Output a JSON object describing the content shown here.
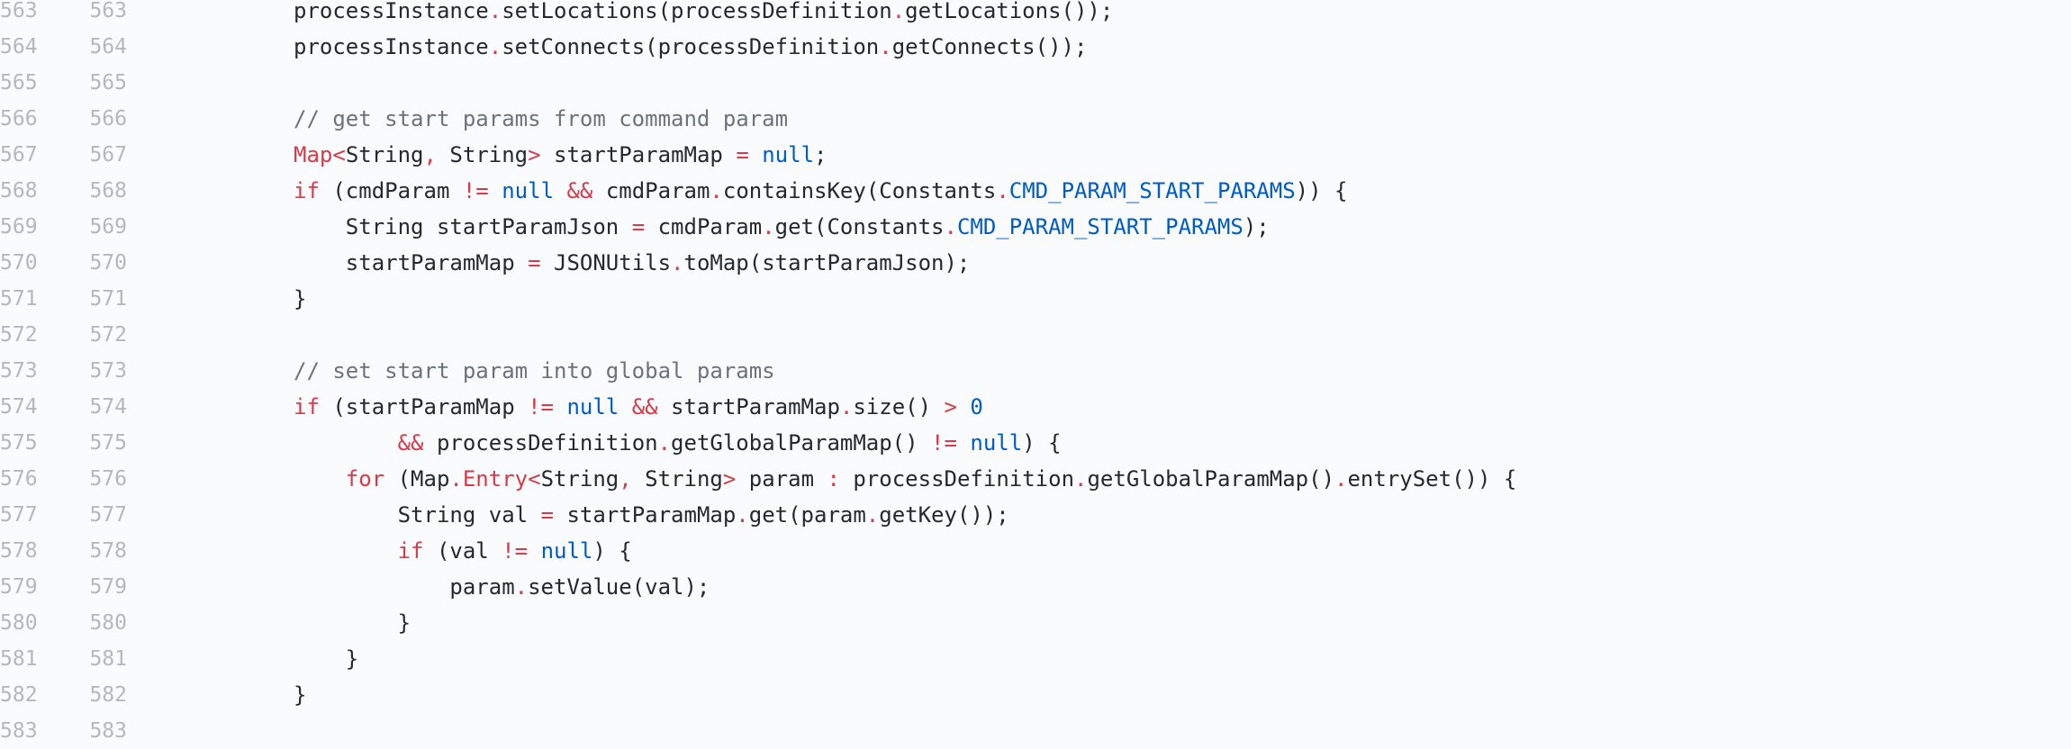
{
  "colors": {
    "background": "#fafbfc",
    "line_number": "#b4b8bd",
    "text": "#24292e",
    "keyword": "#d73a49",
    "constant": "#005cc5",
    "comment": "#6a737d"
  },
  "diff": {
    "lines": [
      {
        "old": "563",
        "new": "563",
        "tokens": [
          [
            "processInstance",
            "p"
          ],
          [
            ".",
            "o"
          ],
          [
            "setLocations",
            "p"
          ],
          [
            "(processDefinition",
            "p"
          ],
          [
            ".",
            "o"
          ],
          [
            "getLocations());",
            "p"
          ]
        ]
      },
      {
        "old": "564",
        "new": "564",
        "tokens": [
          [
            "processInstance",
            "p"
          ],
          [
            ".",
            "o"
          ],
          [
            "setConnects(processDefinition",
            "p"
          ],
          [
            ".",
            "o"
          ],
          [
            "getConnects());",
            "p"
          ]
        ]
      },
      {
        "old": "565",
        "new": "565",
        "tokens": []
      },
      {
        "old": "566",
        "new": "566",
        "tokens": [
          [
            "// get start params from command param",
            "c"
          ]
        ]
      },
      {
        "old": "567",
        "new": "567",
        "tokens": [
          [
            "Map",
            "k"
          ],
          [
            "<",
            "o"
          ],
          [
            "String",
            "p"
          ],
          [
            ",",
            "o"
          ],
          [
            " String",
            "p"
          ],
          [
            ">",
            "o"
          ],
          [
            " startParamMap ",
            "p"
          ],
          [
            "=",
            "o"
          ],
          [
            " ",
            "p"
          ],
          [
            "null",
            "n"
          ],
          [
            ";",
            "p"
          ]
        ]
      },
      {
        "old": "568",
        "new": "568",
        "tokens": [
          [
            "if",
            "k"
          ],
          [
            " (cmdParam ",
            "p"
          ],
          [
            "!=",
            "o"
          ],
          [
            " ",
            "p"
          ],
          [
            "null",
            "n"
          ],
          [
            " ",
            "p"
          ],
          [
            "&&",
            "o"
          ],
          [
            " cmdParam",
            "p"
          ],
          [
            ".",
            "o"
          ],
          [
            "containsKey(Constants",
            "p"
          ],
          [
            ".",
            "o"
          ],
          [
            "CMD_PARAM_START_PARAMS",
            "n"
          ],
          [
            ")) {",
            "p"
          ]
        ]
      },
      {
        "old": "569",
        "new": "569",
        "tokens": [
          [
            "    String startParamJson ",
            "p"
          ],
          [
            "=",
            "o"
          ],
          [
            " cmdParam",
            "p"
          ],
          [
            ".",
            "o"
          ],
          [
            "get(Constants",
            "p"
          ],
          [
            ".",
            "o"
          ],
          [
            "CMD_PARAM_START_PARAMS",
            "n"
          ],
          [
            ");",
            "p"
          ]
        ]
      },
      {
        "old": "570",
        "new": "570",
        "tokens": [
          [
            "    startParamMap ",
            "p"
          ],
          [
            "=",
            "o"
          ],
          [
            " JSONUtils",
            "p"
          ],
          [
            ".",
            "o"
          ],
          [
            "toMap(startParamJson);",
            "p"
          ]
        ]
      },
      {
        "old": "571",
        "new": "571",
        "tokens": [
          [
            "}",
            "p"
          ]
        ]
      },
      {
        "old": "572",
        "new": "572",
        "tokens": []
      },
      {
        "old": "573",
        "new": "573",
        "tokens": [
          [
            "// set start param into global params",
            "c"
          ]
        ]
      },
      {
        "old": "574",
        "new": "574",
        "tokens": [
          [
            "if",
            "k"
          ],
          [
            " (startParamMap ",
            "p"
          ],
          [
            "!=",
            "o"
          ],
          [
            " ",
            "p"
          ],
          [
            "null",
            "n"
          ],
          [
            " ",
            "p"
          ],
          [
            "&&",
            "o"
          ],
          [
            " startParamMap",
            "p"
          ],
          [
            ".",
            "o"
          ],
          [
            "size() ",
            "p"
          ],
          [
            ">",
            "o"
          ],
          [
            " ",
            "p"
          ],
          [
            "0",
            "n"
          ]
        ]
      },
      {
        "old": "575",
        "new": "575",
        "tokens": [
          [
            "        ",
            "p"
          ],
          [
            "&&",
            "o"
          ],
          [
            " processDefinition",
            "p"
          ],
          [
            ".",
            "o"
          ],
          [
            "getGlobalParamMap() ",
            "p"
          ],
          [
            "!=",
            "o"
          ],
          [
            " ",
            "p"
          ],
          [
            "null",
            "n"
          ],
          [
            ") {",
            "p"
          ]
        ]
      },
      {
        "old": "576",
        "new": "576",
        "tokens": [
          [
            "    ",
            "p"
          ],
          [
            "for",
            "k"
          ],
          [
            " (Map",
            "p"
          ],
          [
            ".",
            "o"
          ],
          [
            "Entry",
            "k"
          ],
          [
            "<",
            "o"
          ],
          [
            "String",
            "p"
          ],
          [
            ",",
            "o"
          ],
          [
            " String",
            "p"
          ],
          [
            ">",
            "o"
          ],
          [
            " param ",
            "p"
          ],
          [
            ":",
            "o"
          ],
          [
            " processDefinition",
            "p"
          ],
          [
            ".",
            "o"
          ],
          [
            "getGlobalParamMap()",
            "p"
          ],
          [
            ".",
            "o"
          ],
          [
            "entrySet()) {",
            "p"
          ]
        ]
      },
      {
        "old": "577",
        "new": "577",
        "tokens": [
          [
            "        String val ",
            "p"
          ],
          [
            "=",
            "o"
          ],
          [
            " startParamMap",
            "p"
          ],
          [
            ".",
            "o"
          ],
          [
            "get(param",
            "p"
          ],
          [
            ".",
            "o"
          ],
          [
            "getKey());",
            "p"
          ]
        ]
      },
      {
        "old": "578",
        "new": "578",
        "tokens": [
          [
            "        ",
            "p"
          ],
          [
            "if",
            "k"
          ],
          [
            " (val ",
            "p"
          ],
          [
            "!=",
            "o"
          ],
          [
            " ",
            "p"
          ],
          [
            "null",
            "n"
          ],
          [
            ") {",
            "p"
          ]
        ]
      },
      {
        "old": "579",
        "new": "579",
        "tokens": [
          [
            "            param",
            "p"
          ],
          [
            ".",
            "o"
          ],
          [
            "setValue(val);",
            "p"
          ]
        ]
      },
      {
        "old": "580",
        "new": "580",
        "tokens": [
          [
            "        }",
            "p"
          ]
        ]
      },
      {
        "old": "581",
        "new": "581",
        "tokens": [
          [
            "    }",
            "p"
          ]
        ]
      },
      {
        "old": "582",
        "new": "582",
        "tokens": [
          [
            "}",
            "p"
          ]
        ]
      },
      {
        "old": "583",
        "new": "583",
        "tokens": []
      }
    ]
  }
}
